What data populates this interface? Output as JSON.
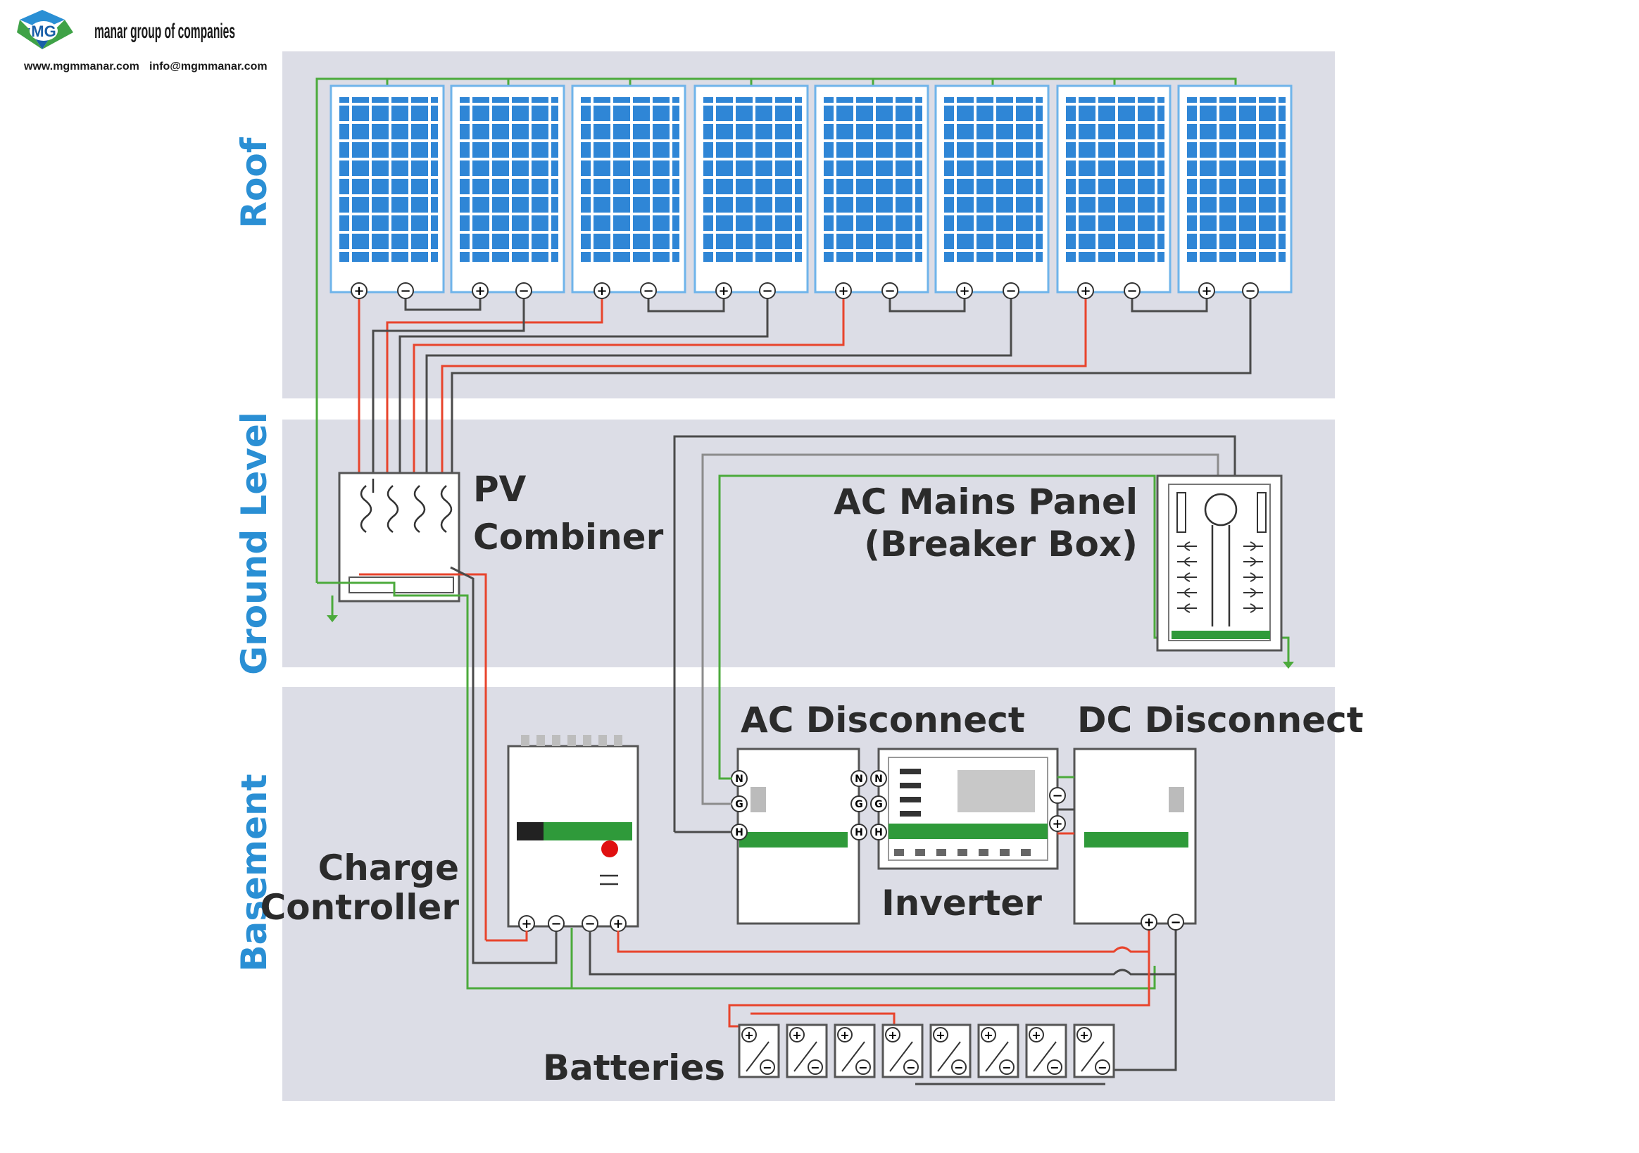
{
  "brand": {
    "company_name": "manar group of companies",
    "logo_letters": "MG",
    "website": "www.mgmmanar.com",
    "email": "info@mgmmanar.com"
  },
  "zones": {
    "roof": "Roof",
    "ground": "Ground Level",
    "basement": "Basement"
  },
  "components": {
    "pv_combiner": [
      "PV",
      "Combiner"
    ],
    "ac_mains_panel": [
      "AC Mains Panel",
      "(Breaker Box)"
    ],
    "ac_disconnect": "AC Disconnect",
    "dc_disconnect": "DC Disconnect",
    "charge_controller": [
      "Charge",
      "Controller"
    ],
    "inverter": "Inverter",
    "batteries": "Batteries"
  },
  "terminals": {
    "positive": "+",
    "negative": "−",
    "neutral": "N",
    "ground": "G",
    "hot": "H"
  },
  "solar_panel_count": 8,
  "battery_count": 8,
  "colors": {
    "zone_bg": "#dcdde6",
    "zone_label": "#2a8fd4",
    "panel_fill": "#2f86d6",
    "panel_frame": "#6fb4ea",
    "wire_positive": "#e8442c",
    "wire_negative": "#4a4a4a",
    "wire_ground": "#4caa3c",
    "wire_neutral": "#8c8c8c",
    "status_bar": "#2f9a3a",
    "indicator": "#e01010"
  }
}
